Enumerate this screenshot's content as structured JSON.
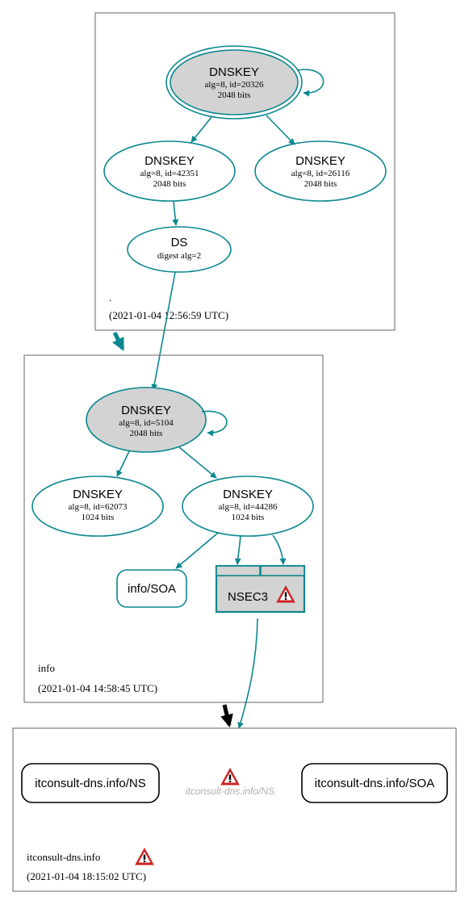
{
  "zones": {
    "root": {
      "name": ".",
      "timestamp": "(2021-01-04 12:56:59 UTC)"
    },
    "info": {
      "name": "info",
      "timestamp": "(2021-01-04 14:58:45 UTC)"
    },
    "itconsult": {
      "name": "itconsult-dns.info",
      "timestamp": "(2021-01-04 18:15:02 UTC)"
    }
  },
  "nodes": {
    "root_ksk": {
      "title": "DNSKEY",
      "line1": "alg=8, id=20326",
      "line2": "2048 bits"
    },
    "root_zsk1": {
      "title": "DNSKEY",
      "line1": "alg=8, id=42351",
      "line2": "2048 bits"
    },
    "root_zsk2": {
      "title": "DNSKEY",
      "line1": "alg=8, id=26116",
      "line2": "2048 bits"
    },
    "root_ds": {
      "title": "DS",
      "line1": "digest alg=2"
    },
    "info_ksk": {
      "title": "DNSKEY",
      "line1": "alg=8, id=5104",
      "line2": "2048 bits"
    },
    "info_zsk1": {
      "title": "DNSKEY",
      "line1": "alg=8, id=62073",
      "line2": "1024 bits"
    },
    "info_zsk2": {
      "title": "DNSKEY",
      "line1": "alg=8, id=44286",
      "line2": "1024 bits"
    },
    "info_soa": {
      "label": "info/SOA"
    },
    "info_nsec3": {
      "label": "NSEC3"
    },
    "it_ns": {
      "label": "itconsult-dns.info/NS"
    },
    "it_ns_missing": {
      "label": "itconsult-dns.info/NS"
    },
    "it_soa": {
      "label": "itconsult-dns.info/SOA"
    }
  },
  "colors": {
    "edge": "#0a878f",
    "node_stroke": "#0a878f",
    "ksk_fill": "#d3d3d3",
    "warning": "#cc2222",
    "missing_text": "#b0b0b0",
    "cluster_border": "#666666"
  },
  "icons": {
    "warning": "warning-triangle-icon"
  }
}
